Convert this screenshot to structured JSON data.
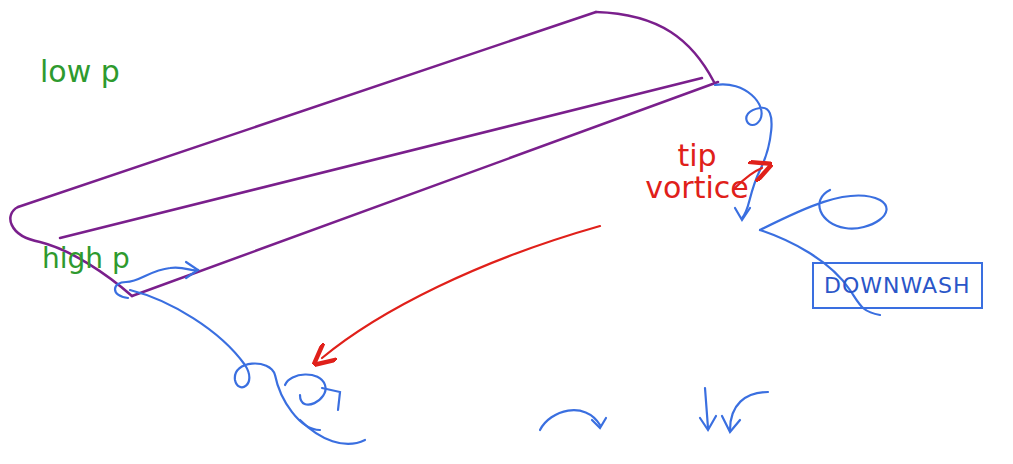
{
  "diagram": {
    "nodes": [
      {
        "text": [
          "DOWNWASH"
        ]
      }
    ],
    "labels": [
      "low p",
      "high p",
      "tip vortice"
    ]
  }
}
